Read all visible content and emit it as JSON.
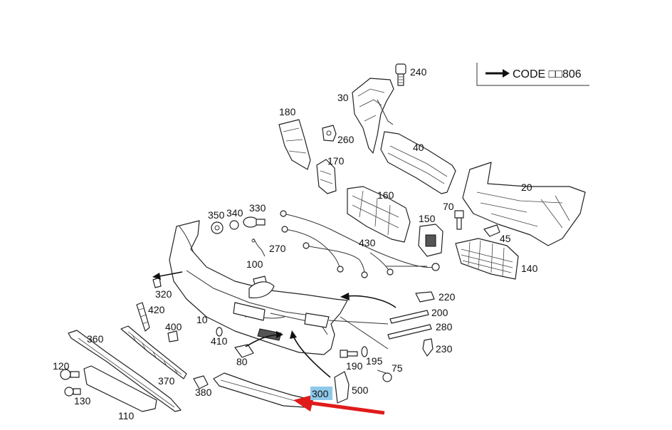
{
  "code_box": {
    "arrow": "arrow-right-icon",
    "text": "CODE □□806"
  },
  "callouts": [
    {
      "id": "c240",
      "label": "240"
    },
    {
      "id": "c30",
      "label": "30"
    },
    {
      "id": "c180",
      "label": "180"
    },
    {
      "id": "c260",
      "label": "260"
    },
    {
      "id": "c40",
      "label": "40"
    },
    {
      "id": "c170",
      "label": "170"
    },
    {
      "id": "c20",
      "label": "20"
    },
    {
      "id": "c160",
      "label": "160"
    },
    {
      "id": "c350",
      "label": "350"
    },
    {
      "id": "c340",
      "label": "340"
    },
    {
      "id": "c330",
      "label": "330"
    },
    {
      "id": "c70",
      "label": "70"
    },
    {
      "id": "c150",
      "label": "150"
    },
    {
      "id": "c45",
      "label": "45"
    },
    {
      "id": "c270",
      "label": "270"
    },
    {
      "id": "c430",
      "label": "430"
    },
    {
      "id": "c140",
      "label": "140"
    },
    {
      "id": "c100",
      "label": "100"
    },
    {
      "id": "c320",
      "label": "320"
    },
    {
      "id": "c220",
      "label": "220"
    },
    {
      "id": "c420",
      "label": "420"
    },
    {
      "id": "c200",
      "label": "200"
    },
    {
      "id": "c10",
      "label": "10"
    },
    {
      "id": "c280",
      "label": "280"
    },
    {
      "id": "c400",
      "label": "400"
    },
    {
      "id": "c360",
      "label": "360"
    },
    {
      "id": "c410",
      "label": "410"
    },
    {
      "id": "c230",
      "label": "230"
    },
    {
      "id": "c80",
      "label": "80"
    },
    {
      "id": "c195",
      "label": "195"
    },
    {
      "id": "c190",
      "label": "190"
    },
    {
      "id": "c75",
      "label": "75"
    },
    {
      "id": "c120",
      "label": "120"
    },
    {
      "id": "c370",
      "label": "370"
    },
    {
      "id": "c500",
      "label": "500"
    },
    {
      "id": "c380",
      "label": "380"
    },
    {
      "id": "c300",
      "label": "300"
    },
    {
      "id": "c130",
      "label": "130"
    },
    {
      "id": "c110",
      "label": "110"
    }
  ],
  "colors": {
    "highlight": "#8fc9ea",
    "red_arrow": "#e01b1b",
    "line": "#222222"
  }
}
